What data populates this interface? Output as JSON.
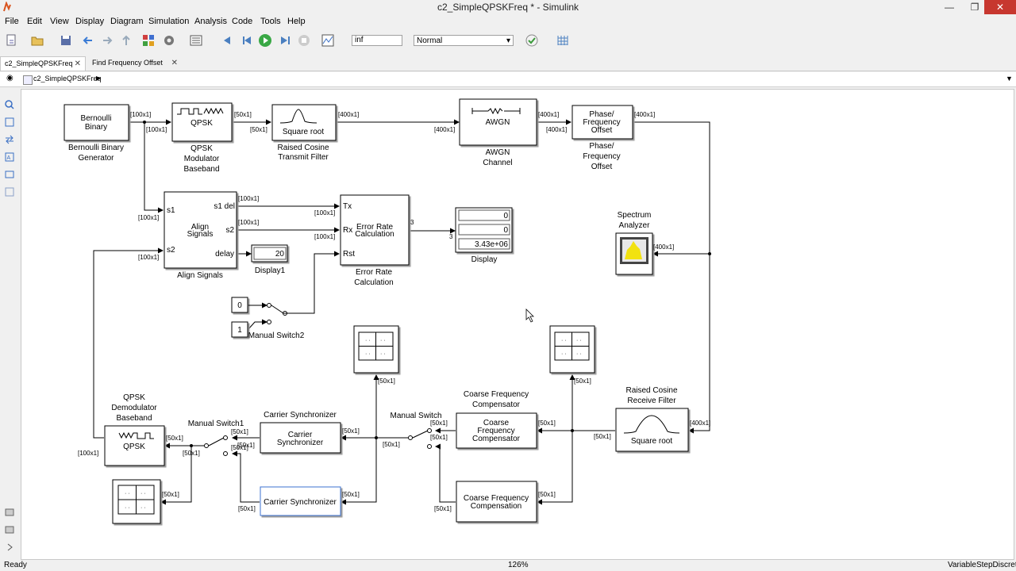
{
  "window": {
    "title": "c2_SimpleQPSKFreq * - Simulink",
    "minimize": "—",
    "restore": "❐",
    "close": "✕"
  },
  "menu": [
    "File",
    "Edit",
    "View",
    "Display",
    "Diagram",
    "Simulation",
    "Analysis",
    "Code",
    "Tools",
    "Help"
  ],
  "toolbar": {
    "stop_time": "inf",
    "sim_mode": "Normal"
  },
  "tabs": [
    {
      "label": "c2_SimpleQPSKFreq",
      "close": "✕"
    },
    {
      "label": "Find Frequency Offset",
      "close": "✕"
    }
  ],
  "breadcrumb": {
    "model": "c2_SimpleQPSKFreq",
    "expand": "▶",
    "dropdown": "▼"
  },
  "status": {
    "left": "Ready",
    "zoom": "126%",
    "solver": "VariableStepDiscrete"
  },
  "blocks": {
    "bernoulli": {
      "text1": "Bernoulli",
      "text2": "Binary",
      "cap1": "Bernoulli Binary",
      "cap2": "Generator"
    },
    "qpsk_mod": {
      "text": "QPSK",
      "cap1": "QPSK",
      "cap2": "Modulator",
      "cap3": "Baseband"
    },
    "rc_tx": {
      "text": "Square root",
      "cap1": "Raised Cosine",
      "cap2": "Transmit Filter"
    },
    "awgn": {
      "text": "AWGN",
      "cap1": "AWGN",
      "cap2": "Channel"
    },
    "phase_freq": {
      "text1": "Phase/",
      "text2": "Frequency",
      "text3": "Offset",
      "cap1": "Phase/",
      "cap2": "Frequency",
      "cap3": "Offset"
    },
    "align": {
      "text1": "Align",
      "text2": "Signals",
      "p_s1": "s1",
      "p_s2": "s2",
      "p_s1del": "s1 del",
      "p_s2out": "s2",
      "p_delay": "delay",
      "cap": "Align Signals"
    },
    "err": {
      "text1": "Error Rate",
      "text2": "Calculation",
      "p_tx": "Tx",
      "p_rx": "Rx",
      "p_rst": "Rst",
      "cap1": "Error Rate",
      "cap2": "Calculation"
    },
    "display": {
      "v1": "0",
      "v2": "0",
      "v3": "3.43e+06",
      "cap": "Display"
    },
    "display1": {
      "v": "20",
      "cap": "Display1"
    },
    "spectrum": {
      "cap1": "Spectrum",
      "cap2": "Analyzer"
    },
    "const0": {
      "v": "0"
    },
    "const1": {
      "v": "1"
    },
    "manual_switch2": {
      "cap": "Manual Switch2"
    },
    "manual_switch1": {
      "cap": "Manual Switch1"
    },
    "manual_switch": {
      "cap": "Manual Switch"
    },
    "qpsk_demod": {
      "text": "QPSK",
      "cap1": "QPSK",
      "cap2": "Demodulator",
      "cap3": "Baseband"
    },
    "carrier_sync1": {
      "text1": "Carrier",
      "text2": "Synchronizer",
      "cap": "Carrier Synchronizer"
    },
    "carrier_sync2": {
      "text": "Carrier Synchronizer"
    },
    "cfc1": {
      "text1": "Coarse",
      "text2": "Frequency",
      "text3": "Compensator",
      "cap1": "Coarse Frequency",
      "cap2": "Compensator"
    },
    "cfc2": {
      "text1": "Coarse Frequency",
      "text2": "Compensation"
    },
    "rc_rx": {
      "text": "Square root",
      "cap1": "Raised Cosine",
      "cap2": "Receive Filter"
    }
  },
  "signals": {
    "s100": "[100x1]",
    "s50": "[50x1]",
    "s400": "[400x1]",
    "three": "3"
  }
}
